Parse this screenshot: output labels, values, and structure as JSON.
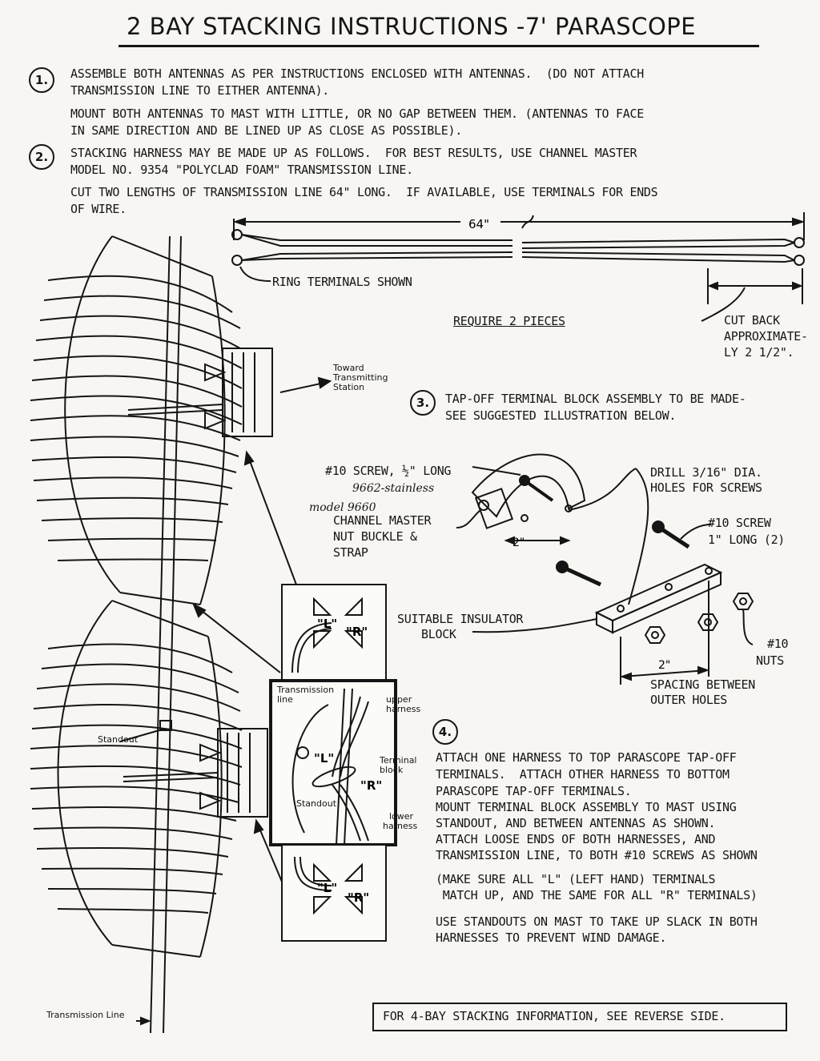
{
  "title": "2 BAY STACKING INSTRUCTIONS -7' PARASCOPE",
  "steps": {
    "step1": {
      "number": "1.",
      "lines": [
        "ASSEMBLE BOTH ANTENNAS AS PER INSTRUCTIONS ENCLOSED WITH ANTENNAS.  (DO NOT ATTACH",
        "TRANSMISSION LINE TO EITHER ANTENNA).",
        "MOUNT BOTH ANTENNAS TO MAST WITH LITTLE, OR NO GAP BETWEEN THEM. (ANTENNAS TO FACE",
        "IN SAME DIRECTION AND BE LINED UP AS CLOSE AS POSSIBLE)."
      ]
    },
    "step2": {
      "number": "2.",
      "lines": [
        "STACKING HARNESS MAY BE MADE UP AS FOLLOWS.  FOR BEST RESULTS, USE CHANNEL MASTER",
        "MODEL NO. 9354 \"POLYCLAD FOAM\" TRANSMISSION LINE.",
        "CUT TWO LENGTHS OF TRANSMISSION LINE 64\" LONG.  IF AVAILABLE, USE TERMINALS FOR ENDS",
        "OF WIRE."
      ]
    },
    "step3": {
      "number": "3.",
      "lines": [
        "TAP-OFF TERMINAL BLOCK ASSEMBLY TO BE MADE-",
        "SEE SUGGESTED ILLUSTRATION BELOW."
      ]
    },
    "step4": {
      "number": "4.",
      "lines": [
        "ATTACH ONE HARNESS TO TOP PARASCOPE TAP-OFF",
        "TERMINALS.  ATTACH OTHER HARNESS TO BOTTOM",
        "PARASCOPE TAP-OFF TERMINALS.",
        "MOUNT TERMINAL BLOCK ASSEMBLY TO MAST USING",
        "STANDOUT, AND BETWEEN ANTENNAS AS SHOWN.",
        "ATTACH LOOSE ENDS OF BOTH HARNESSES, AND",
        "TRANSMISSION LINE, TO BOTH #10 SCREWS AS SHOWN",
        "(MAKE SURE ALL \"L\" (LEFT HAND) TERMINALS",
        " MATCH UP, AND THE SAME FOR ALL \"R\" TERMINALS)",
        "USE STANDOUTS ON MAST TO TAKE UP SLACK IN BOTH",
        "HARNESSES TO PREVENT WIND DAMAGE."
      ]
    }
  },
  "harness": {
    "length": "64\"",
    "ring_terminals": "RING TERMINALS SHOWN",
    "require": "REQUIRE 2 PIECES",
    "cut_back": [
      "CUT BACK",
      "APPROXIMATE-",
      "LY 2 1/2\"."
    ]
  },
  "block": {
    "screw_short": "#10 SCREW, ½\" LONG",
    "handwritten_1": "9662-stainless",
    "handwritten_2": "model 9660",
    "nut_buckle": [
      "CHANNEL MASTER",
      "NUT BUCKLE &",
      "STRAP"
    ],
    "strap_dim": "2\"",
    "drill": [
      "DRILL 3/16\" DIA.",
      "HOLES FOR SCREWS"
    ],
    "screw_long": [
      "#10 SCREW",
      "1\" LONG (2)"
    ],
    "insulator": [
      "SUITABLE INSULATOR",
      "BLOCK"
    ],
    "nuts": [
      "#10",
      "NUTS"
    ],
    "spacing_dim": "2\"",
    "spacing": [
      "SPACING BETWEEN",
      "OUTER HOLES"
    ]
  },
  "antenna": {
    "toward": [
      "Toward",
      "Transmitting",
      "Station"
    ],
    "standout": "Standout",
    "transmission_line": "Transmission Line",
    "inset": {
      "transmission_line": [
        "Transmission",
        "line"
      ],
      "upper_harness": [
        "upper",
        "harness"
      ],
      "terminal_block": [
        "Terminal",
        "block"
      ],
      "standout": "Standout",
      "lower_harness": [
        "lower",
        "harness"
      ],
      "L": "\"L\"",
      "R": "\"R\""
    }
  },
  "footer": "FOR 4-BAY STACKING INFORMATION, SEE REVERSE SIDE."
}
